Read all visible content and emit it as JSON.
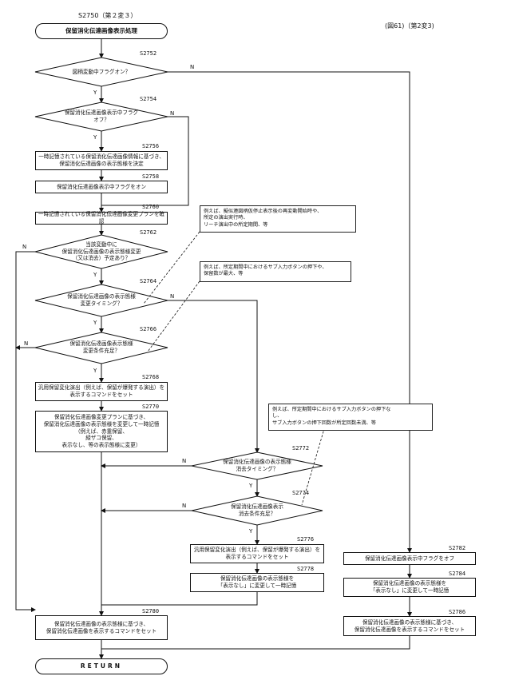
{
  "header": {
    "left": "S2750（第２変３）",
    "right": "(図61)（第2変3)"
  },
  "terminals": {
    "start": "保留消化伝達画像表示処理",
    "end": "RETURN"
  },
  "steps": {
    "s2752": "S2752",
    "s2754": "S2754",
    "s2756": "S2756",
    "s2758": "S2758",
    "s2760": "S2760",
    "s2762a": "S2762",
    "s2764": "S2764",
    "s2766": "S2766",
    "s2768": "S2768",
    "s2770": "S2770",
    "s2772": "S2772",
    "s2774": "S2774",
    "s2776": "S2776",
    "s2778": "S2778",
    "s2780": "S2780",
    "s2782": "S2782",
    "s2784": "S2784",
    "s2786": "S2786"
  },
  "decisions": {
    "d2752": "図柄変動中フラグオン？",
    "d2754": "保留消化伝達画像表示中フラグ\nオフ？",
    "d2762": "当該変動中に\n保留消化伝達画像の表示態様変更\n（又は消去）予定あり？",
    "d2764": "保留消化伝達画像の表示態様\n変更タイミング？",
    "d2766": "保留消化伝達画像表示態様\n変更条件充足？",
    "d2772": "保留消化伝達画像の表示態様\n消去タイミング？",
    "d2774": "保留消化伝達画像表示\n消去条件充足？"
  },
  "processes": {
    "p2756": "一時記憶されている保留消化伝達画像情報に基づき、\n保留消化伝達画像の表示態様を決定",
    "p2758": "保留消化伝達画像表示中フラグをオン",
    "p2760": "一時記憶されている保留消化伝達画像変更プランを確認",
    "p2768": "汎用保留変化演出（例えば、保留が爆発する演出）を\n表示するコマンドをセット",
    "p2770": "保留消化伝達画像変更プランに基づき、\n保留消化伝達画像の表示態様を変更して一時記憶\n（例えば、赤重保留、\n緑ザコ保留、\n表示なし、等の表示態様に変更）",
    "p2776": "汎用保留変化演出（例えば、保留が爆発する演出）を\n表示するコマンドをセット",
    "p2778": "保留消化伝達画像の表示態様を\n「表示なし」に変更して一時記憶",
    "p2780": "保留消化伝達画像の表示態様に基づき、\n保留消化伝達画像を表示するコマンドをセット",
    "p2782": "保留消化伝達画像表示中フラグをオフ",
    "p2784": "保留消化伝達画像の表示態様を\n「表示なし」に変更して一時記憶",
    "p2786": "保留消化伝達画像の表示態様に基づき、\n保留消化伝達画像を表示するコマンドをセット"
  },
  "notes": {
    "n1": "例えば、擬似連図柄仮停止表示後の再変動開始時や、\n所定の演出実行時、\nリーチ演出中の所定期間、等",
    "n2": "例えば、所定期間中におけるサブ入力ボタンの押下や、\n保留数が最大、等",
    "n3": "例えば、所定期間中におけるサブ入力ボタンの押下な\nし、\nサブ入力ボタンの押下回数が所定回数未満、等"
  },
  "labels": {
    "yes": "Y",
    "no": "N"
  }
}
